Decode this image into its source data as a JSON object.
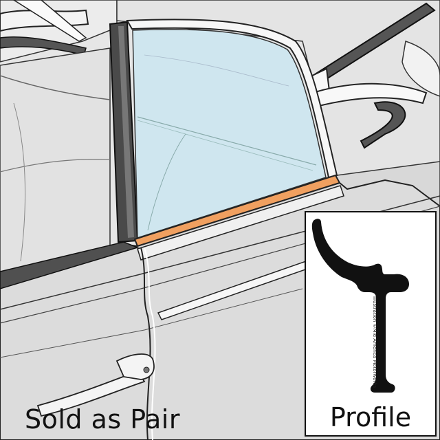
{
  "captions": {
    "left": "Sold as Pair",
    "right": "Profile"
  },
  "credit": "Illustration ©Mid America Motorworks",
  "colors": {
    "highlight_seal": "#f0a060",
    "glass": "#cfe6ef",
    "body": "#dcdcdc",
    "outline": "#222222"
  },
  "icons": {
    "door_handle": "door-handle-icon",
    "weatherstrip_profile": "weatherstrip-profile-icon"
  }
}
